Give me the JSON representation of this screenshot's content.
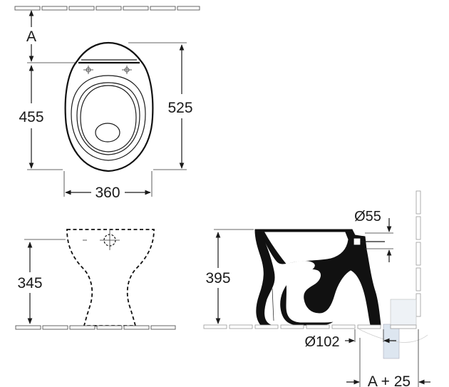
{
  "dimensions": {
    "a_offset": "A",
    "depth_inner": "455",
    "depth_total": "525",
    "width": "360",
    "front_height": "345",
    "side_height": "395",
    "inlet_diameter": "Ø55",
    "outlet_diameter": "Ø102",
    "outlet_offset": "A + 25"
  },
  "colors": {
    "line": "#1a1a1a",
    "pipe_fill": "#dde6f0"
  }
}
